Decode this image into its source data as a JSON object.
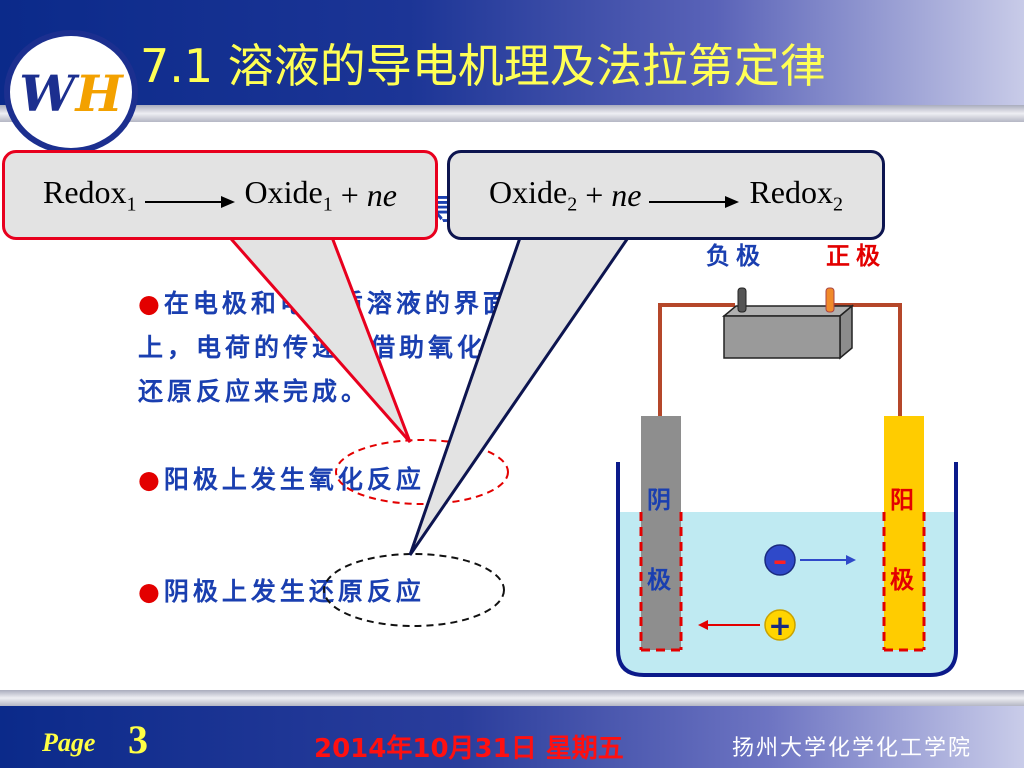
{
  "title": "7.1 溶液的导电机理及法拉第定律",
  "logo": {
    "w": "W",
    "h": "H"
  },
  "equation_left": {
    "reactant": "Redox",
    "reactant_sub": "1",
    "product": "Oxide",
    "product_sub": "1",
    "plus": "+",
    "electron": "ne"
  },
  "equation_right": {
    "reactant": "Oxide",
    "reactant_sub": "2",
    "plus": "+",
    "electron": "ne",
    "product": "Redox",
    "product_sub": "2"
  },
  "hidden_text": "导",
  "bullets": [
    {
      "dot": "●",
      "text": "在电极和电解质溶液的界面上，电荷的传递是借助氧化-还原反应来完成。"
    },
    {
      "dot": "●",
      "text": "阳极上发生氧化反应"
    },
    {
      "dot": "●",
      "text": "阴极上发生还原反应"
    }
  ],
  "diagram": {
    "negative_label": "负极",
    "positive_label": "正极",
    "cathode_1": "阴",
    "cathode_2": "极",
    "anode_1": "阳",
    "anode_2": "极",
    "anion_sign": "–",
    "cation_sign": "+"
  },
  "footer": {
    "page_label": "Page",
    "page_number": "3",
    "date": "2014年10月31日 星期五",
    "institute": "扬州大学化学化工学院"
  }
}
